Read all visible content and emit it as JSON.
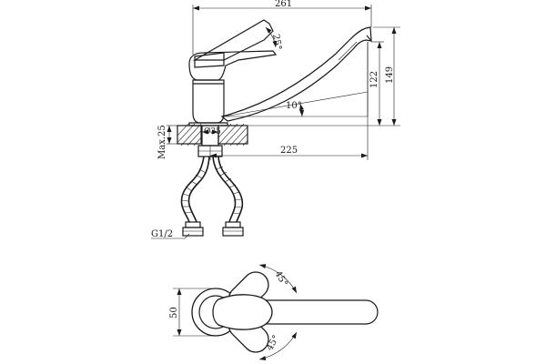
{
  "dimensions": {
    "total_length": "261",
    "reach": "225",
    "overall_height": "149",
    "spout_height": "122",
    "spout_angle": "10°",
    "lever_angle": "25°",
    "hole_diameter": "Ø35",
    "max_thickness": "Max.25",
    "hose_thread": "G1/2",
    "base_width": "50",
    "swivel_angle_upper": "45°",
    "swivel_angle_lower": "45°"
  }
}
